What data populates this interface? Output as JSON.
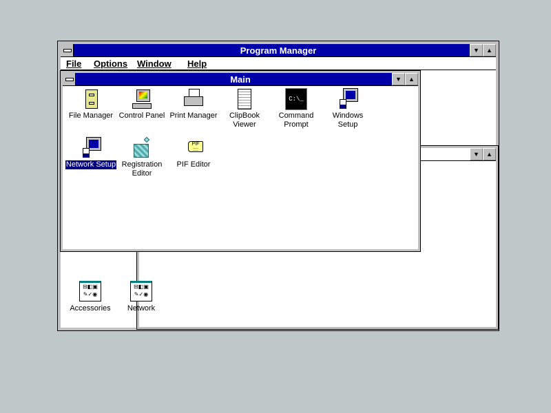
{
  "program_manager": {
    "title": "Program Manager",
    "menu": [
      "File",
      "Options",
      "Window",
      "Help"
    ]
  },
  "main_group": {
    "title": "Main",
    "icons": [
      {
        "label": "File Manager",
        "icon": "file-cabinet-icon"
      },
      {
        "label": "Control Panel",
        "icon": "control-panel-icon"
      },
      {
        "label": "Print Manager",
        "icon": "printer-icon"
      },
      {
        "label": "ClipBook Viewer",
        "icon": "clipbook-icon"
      },
      {
        "label": "Command Prompt",
        "icon": "command-prompt-icon"
      },
      {
        "label": "Windows Setup",
        "icon": "windows-setup-icon"
      },
      {
        "label": "Network Setup",
        "icon": "network-setup-icon",
        "selected": true
      },
      {
        "label": "Registration Editor",
        "icon": "registry-cubes-icon"
      },
      {
        "label": "PIF Editor",
        "icon": "pif-tag-icon"
      }
    ]
  },
  "group_icons": [
    {
      "label": "Accessories"
    },
    {
      "label": "Network"
    }
  ],
  "colors": {
    "desktop": "#c0c7c8",
    "title_active": "#0000a8",
    "selection": "#000080"
  }
}
